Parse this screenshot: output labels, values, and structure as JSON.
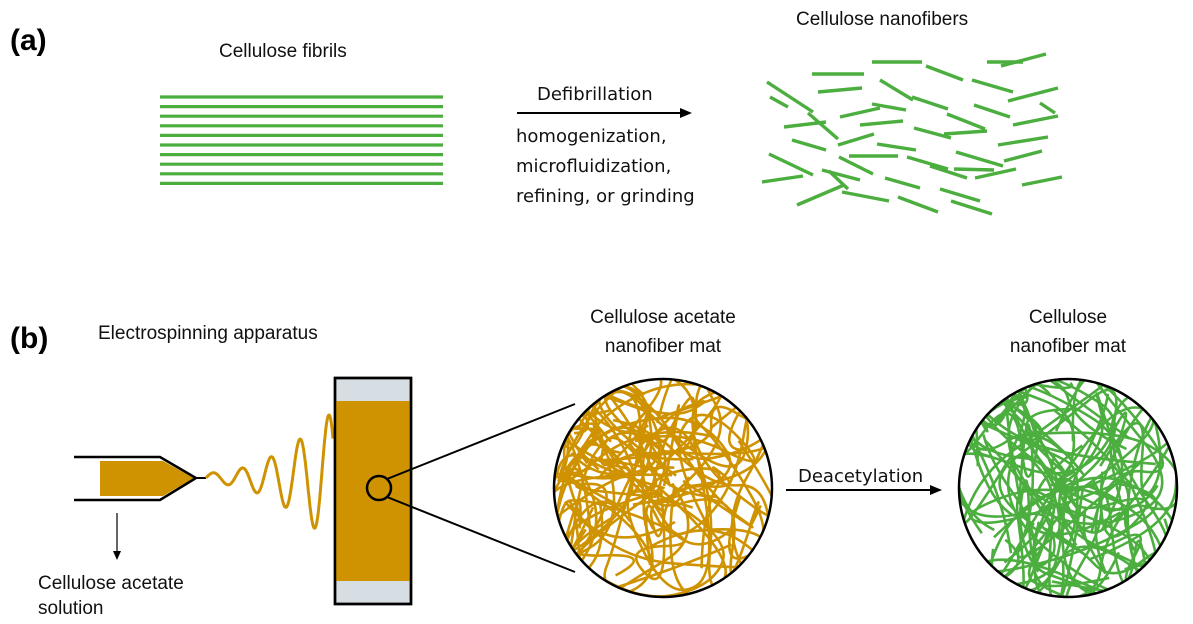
{
  "panel_a": {
    "label": "(a)",
    "fibrils_title": "Cellulose fibrils",
    "nanofibers_title": "Cellulose nanofibers",
    "process_label": "Defibrillation",
    "methods": [
      "homogenization,",
      "microfluidization,",
      "refining, or grinding"
    ]
  },
  "panel_b": {
    "label": "(b)",
    "apparatus_title": "Electrospinning apparatus",
    "acetate_mat_title": [
      "Cellulose acetate",
      "nanofiber mat"
    ],
    "cellulose_mat_title": [
      "Cellulose",
      "nanofiber mat"
    ],
    "process_label": "Deacetylation",
    "solution_label": [
      "Cellulose acetate",
      "solution"
    ]
  },
  "colors": {
    "fiber_green": "#4cae3f",
    "acetate_orange": "#cf9200",
    "collector_gray": "#d6dde3",
    "outline": "#000000"
  }
}
